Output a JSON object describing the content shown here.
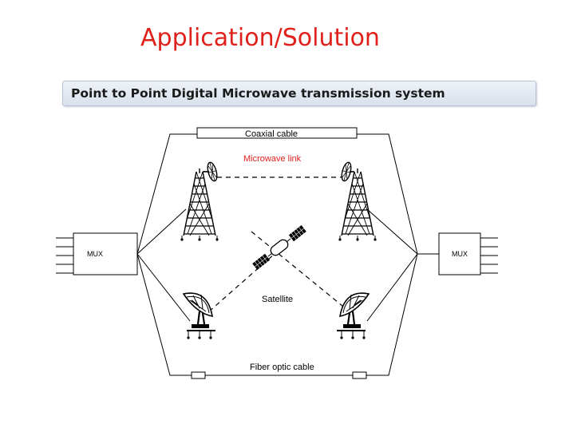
{
  "slide": {
    "title": "Application/Solution",
    "subtitle": "Point to Point Digital Microwave transmission system"
  },
  "diagram": {
    "labels": {
      "coaxial_cable": "Coaxial cable",
      "microwave_link": "Microwave link",
      "satellite": "Satellite",
      "fiber_optic_cable": "Fiber optic cable",
      "mux_left": "MUX",
      "mux_right": "MUX"
    },
    "colors": {
      "title": "#e0201b",
      "microwave_link_label": "#e0201b",
      "lines": "#000000"
    },
    "icons": [
      "microwave-tower-icon",
      "satellite-dish-icon",
      "satellite-icon"
    ]
  }
}
